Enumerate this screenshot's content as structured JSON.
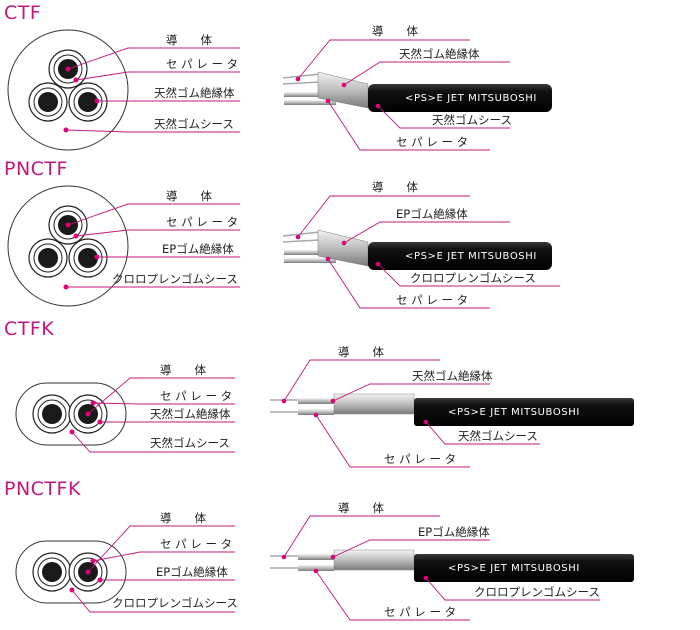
{
  "sections": [
    {
      "title": "CTF",
      "left_labels": [
        "導　　体",
        "セ パ レ ー タ",
        "天然ゴム絶縁体",
        "天然ゴムシース"
      ],
      "right_labels": [
        "導　　体",
        "天然ゴム絶縁体",
        "天然ゴムシース",
        "セ パ レ ー タ"
      ],
      "brand": "<PS>E JET MITSUBOSHI"
    },
    {
      "title": "PNCTF",
      "left_labels": [
        "導　　体",
        "セ パ レ ー タ",
        "EPゴム絶縁体",
        "クロロプレンゴムシース"
      ],
      "right_labels": [
        "導　　体",
        "EPゴム絶縁体",
        "クロロプレンゴムシース",
        "セ パ レ ー タ"
      ],
      "brand": "<PS>E JET MITSUBOSHI"
    },
    {
      "title": "CTFK",
      "left_labels": [
        "導　　体",
        "セ パ レ ー タ",
        "天然ゴム絶縁体",
        "天然ゴムシース"
      ],
      "right_labels": [
        "導　　体",
        "天然ゴム絶縁体",
        "天然ゴムシース",
        "セ パ レ ー タ"
      ],
      "brand": "<PS>E JET MITSUBOSHI"
    },
    {
      "title": "PNCTFK",
      "left_labels": [
        "導　　体",
        "セ パ レ ー タ",
        "EPゴム絶縁体",
        "クロロプレンゴムシース"
      ],
      "right_labels": [
        "導　　体",
        "EPゴム絶縁体",
        "クロロプレンゴムシース",
        "セ パ レ ー タ"
      ],
      "brand": "<PS>E JET MITSUBOSHI"
    }
  ],
  "colors": {
    "title": "#c2187a",
    "leader": "#c2187a",
    "dot": "#e0007a",
    "jacket": "#111111"
  }
}
